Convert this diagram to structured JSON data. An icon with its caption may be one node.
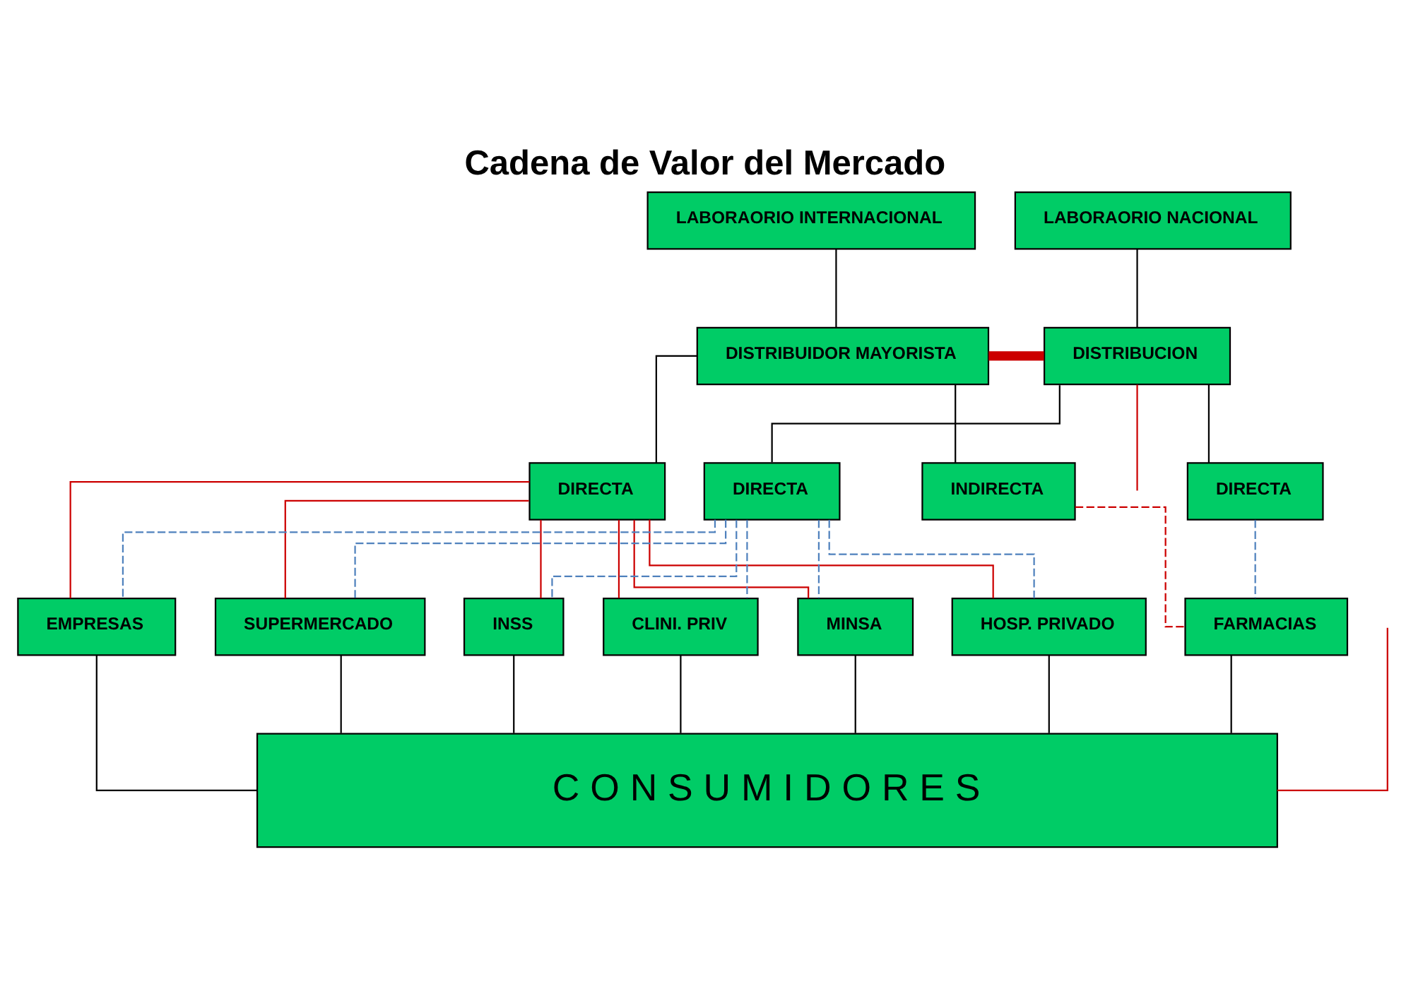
{
  "diagram": {
    "title": "Cadena de Valor del Mercado",
    "nodes": [
      {
        "text": [
          "LABORAORIO INTERNACIONAL"
        ]
      },
      {
        "text": [
          "DISTRIBUIDOR MAYORISTA"
        ]
      },
      {
        "text": [
          "LABORAORIO NACIONAL"
        ]
      },
      {
        "text": [
          "DISTRIBUCION"
        ]
      },
      {
        "text": [
          "DIRECTA"
        ]
      },
      {
        "text": [
          "INDIRECTA"
        ]
      },
      {
        "text": [
          "DIRECTA"
        ]
      },
      {
        "text": [
          "DIRECTA"
        ]
      },
      {
        "text": [
          "MINSA"
        ]
      },
      {
        "text": [
          "HOSP. PRIVADO"
        ]
      },
      {
        "text": [
          "EMPRESAS"
        ]
      },
      {
        "text": [
          "SUPERMERCADO"
        ]
      },
      {
        "text": [
          "INSS"
        ]
      },
      {
        "text": [
          "CLINI. PRIV"
        ]
      },
      {
        "text": [
          "FARMACIAS"
        ]
      },
      {
        "text": [
          "C O N S U M I D O R E S"
        ]
      }
    ],
    "edges": [
      {
        "from": 0,
        "to": 1,
        "arrow": "none"
      },
      {
        "from": 2,
        "to": 3,
        "arrow": "none"
      },
      {
        "from": 1,
        "to": 3,
        "arrow": "none",
        "style": "thick",
        "color": "#cc0000"
      },
      {
        "from": 3,
        "to": null,
        "arrow": "none",
        "color": "#cc0000"
      },
      {
        "from": 1,
        "to": 4,
        "arrow": "none"
      },
      {
        "from": 1,
        "to": 5,
        "arrow": "none"
      },
      {
        "from": 3,
        "to": 6,
        "arrow": "none"
      },
      {
        "from": 3,
        "to": 7,
        "arrow": "none"
      },
      {
        "from": 4,
        "to": 8,
        "arrow": "none",
        "color": "#cc0000"
      },
      {
        "from": 4,
        "to": 9,
        "arrow": "none",
        "color": "#cc0000"
      },
      {
        "from": 4,
        "to": 10,
        "arrow": "none",
        "color": "#cc0000"
      },
      {
        "from": 4,
        "to": 11,
        "arrow": "none",
        "color": "#cc0000"
      },
      {
        "from": 4,
        "to": 12,
        "arrow": "none",
        "color": "#cc0000"
      },
      {
        "from": 4,
        "to": 13,
        "arrow": "none",
        "color": "#cc0000"
      },
      {
        "from": 5,
        "to": 14,
        "arrow": "none",
        "style": "dashed",
        "color": "#cc0000"
      },
      {
        "from": 6,
        "to": 8,
        "arrow": "none",
        "style": "dashed",
        "color": "#4f81bd"
      },
      {
        "from": 6,
        "to": 9,
        "arrow": "none",
        "style": "dashed",
        "color": "#4f81bd"
      },
      {
        "from": 6,
        "to": 10,
        "arrow": "none",
        "style": "dashed",
        "color": "#4f81bd"
      },
      {
        "from": 6,
        "to": 11,
        "arrow": "none",
        "style": "dashed",
        "color": "#4f81bd"
      },
      {
        "from": 6,
        "to": 12,
        "arrow": "none",
        "style": "dashed",
        "color": "#4f81bd"
      },
      {
        "from": 6,
        "to": 13,
        "arrow": "none",
        "style": "dashed",
        "color": "#4f81bd"
      },
      {
        "from": 7,
        "to": 14,
        "arrow": "none",
        "style": "dashed",
        "color": "#4f81bd"
      },
      {
        "from": 8,
        "to": 15,
        "arrow": "none"
      },
      {
        "from": 9,
        "to": 15,
        "arrow": "none"
      },
      {
        "from": 10,
        "to": 15,
        "arrow": "none"
      },
      {
        "from": 11,
        "to": 15,
        "arrow": "none"
      },
      {
        "from": 12,
        "to": 15,
        "arrow": "none"
      },
      {
        "from": 13,
        "to": 15,
        "arrow": "none"
      },
      {
        "from": 14,
        "to": 15,
        "arrow": "none"
      },
      {
        "from": null,
        "to": 15,
        "arrow": "none",
        "color": "#cc0000"
      }
    ]
  }
}
